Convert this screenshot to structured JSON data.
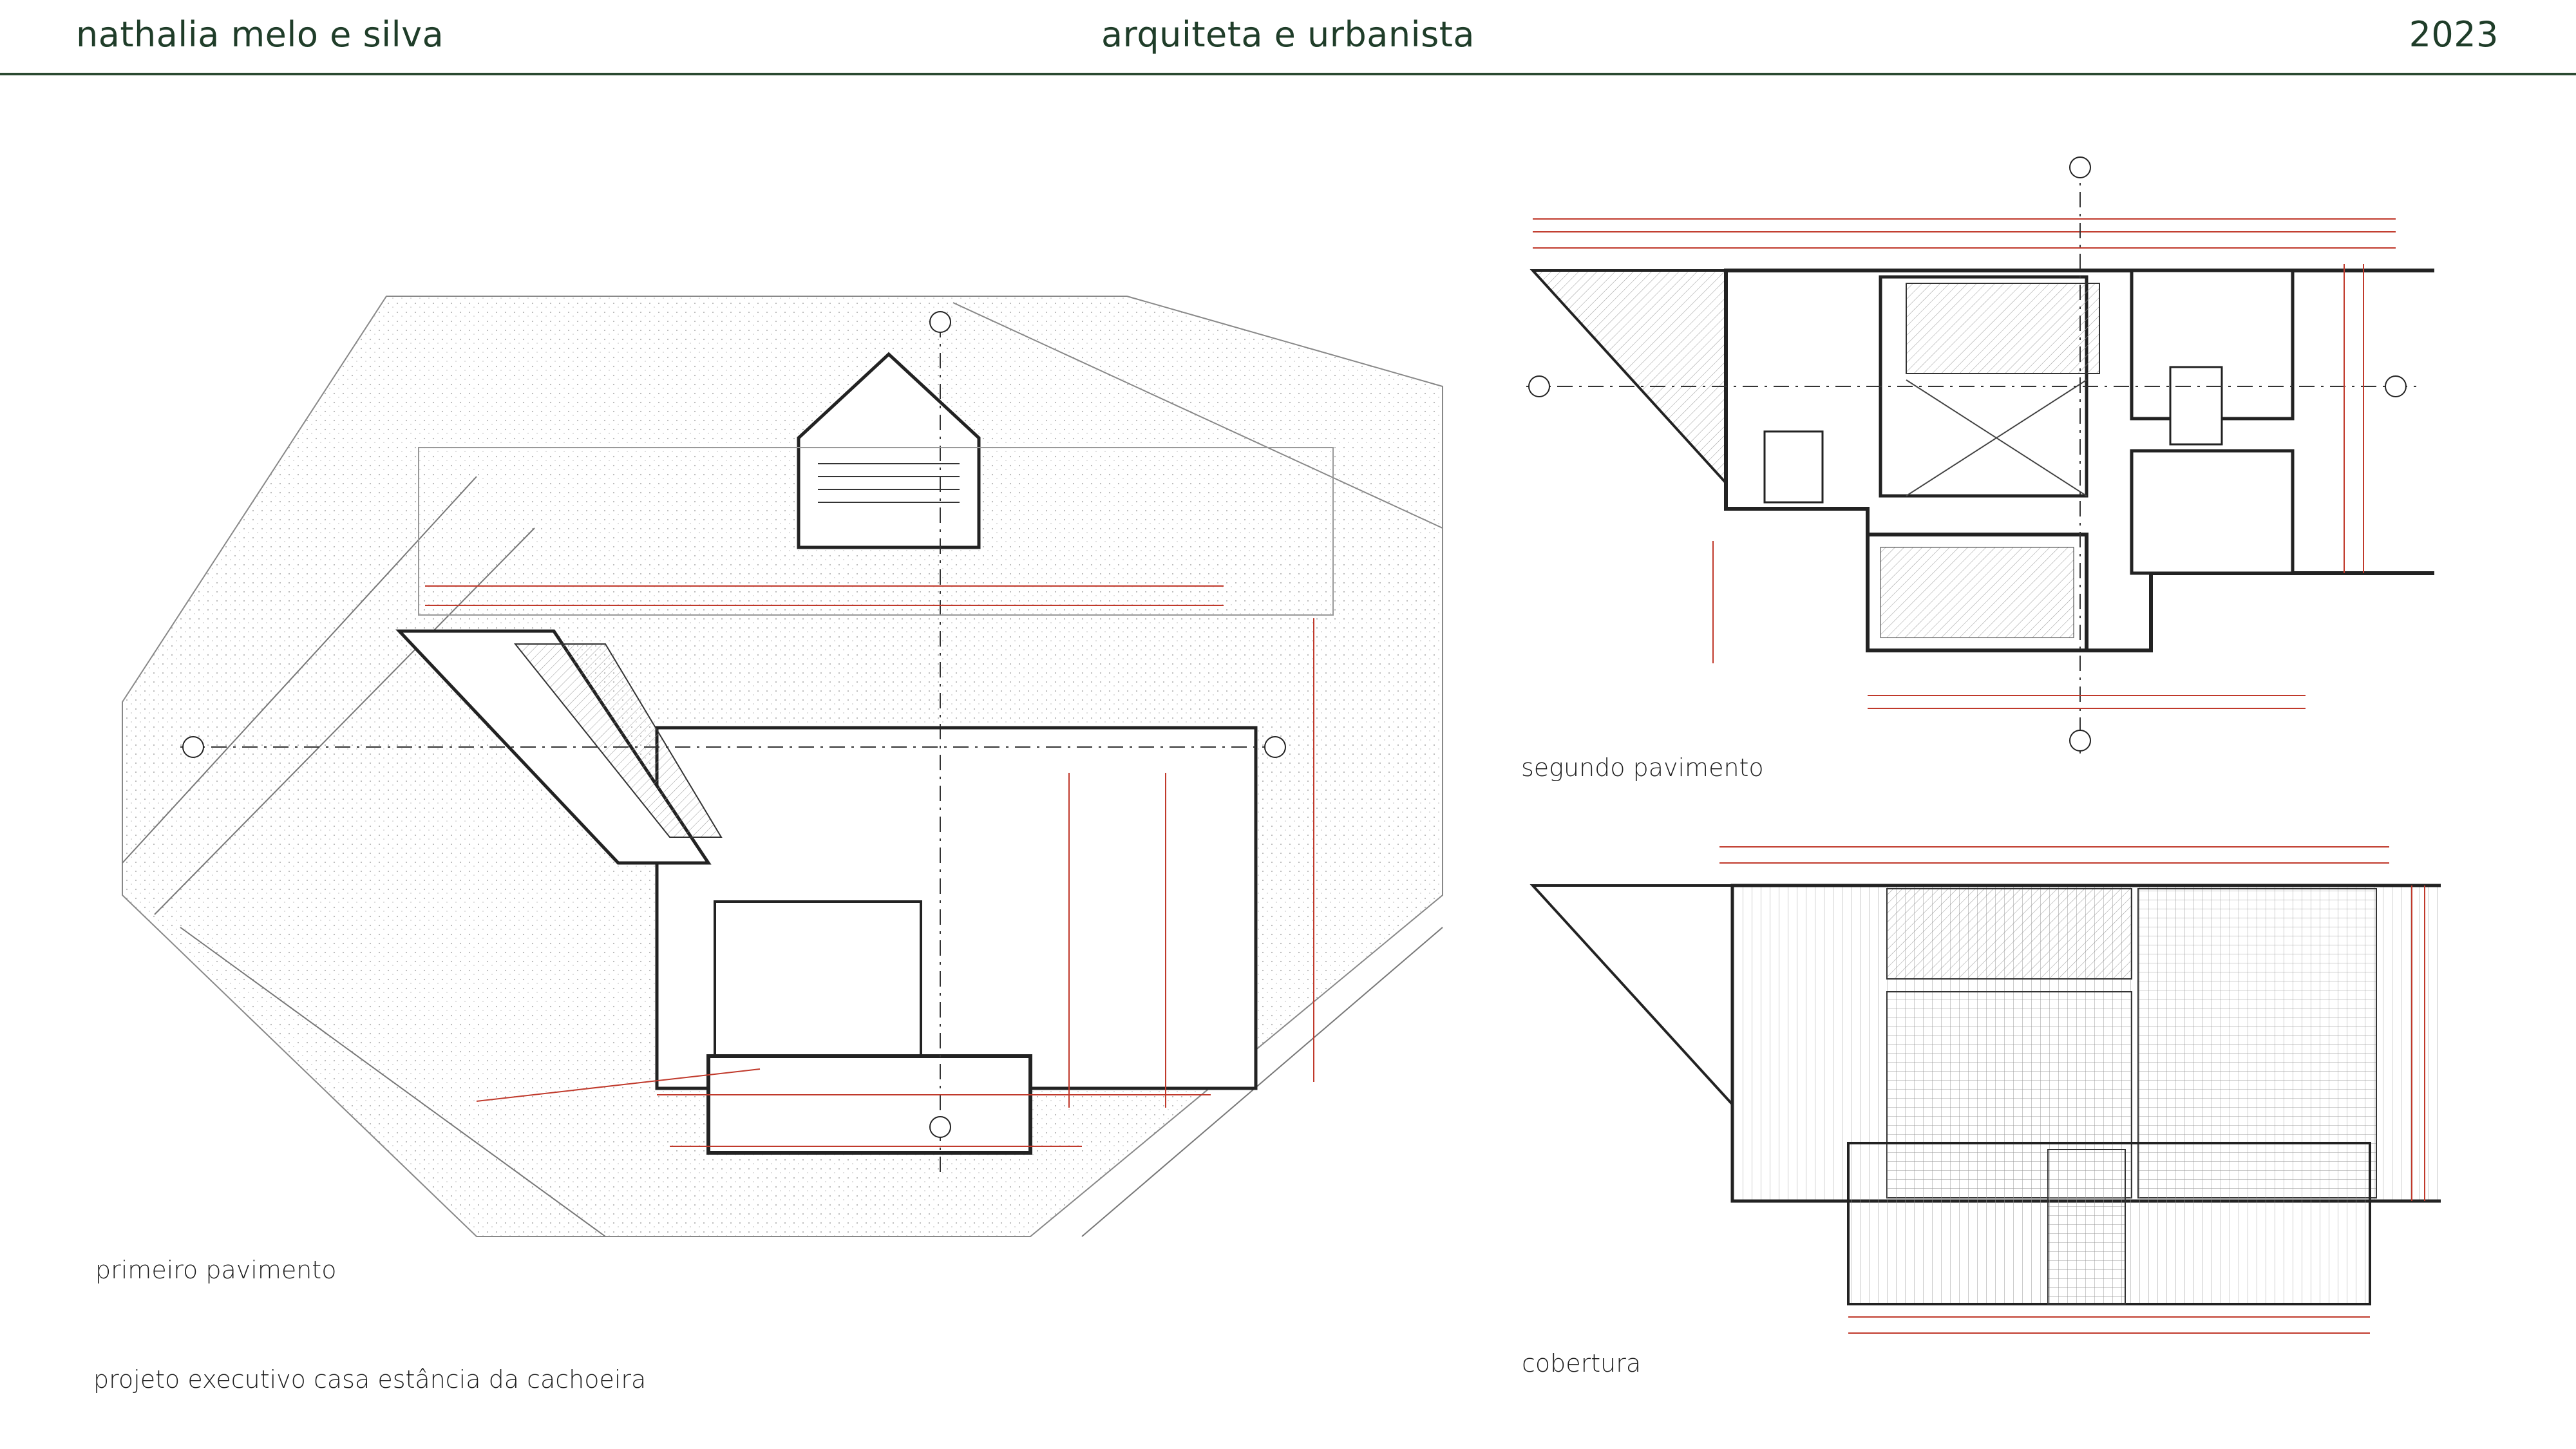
{
  "header": {
    "author": "nathalia melo e silva",
    "profession": "arquiteta e urbanista",
    "year": "2023"
  },
  "drawings": {
    "first_floor": {
      "caption": "primeiro pavimento"
    },
    "second_floor": {
      "caption": "segundo pavimento"
    },
    "roof": {
      "caption": "cobertura"
    }
  },
  "project": {
    "title": "projeto executivo  casa estância da cachoeira"
  },
  "colors": {
    "header_text": "#1f3d29",
    "rule": "#2b4a31",
    "dimension_red": "#c0392b",
    "linework": "#222222"
  }
}
